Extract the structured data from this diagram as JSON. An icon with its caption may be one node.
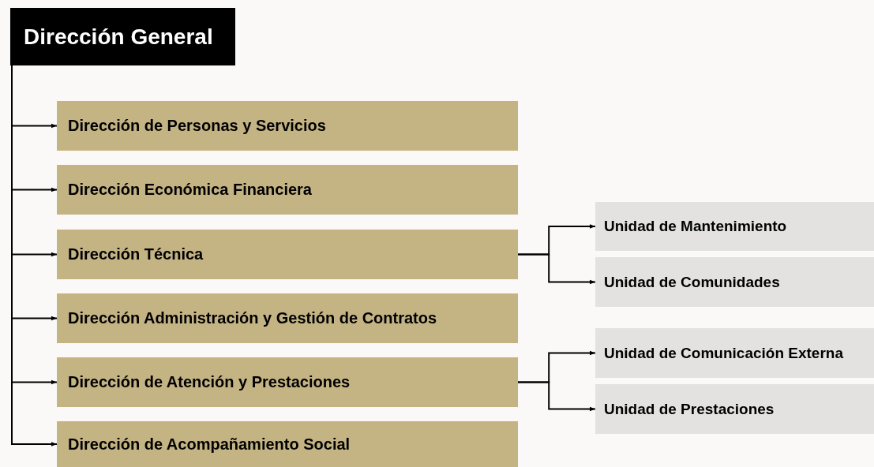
{
  "diagram": {
    "nodes": [
      {
        "text": [
          "Dirección General"
        ]
      },
      {
        "text": [
          "Dirección de Personas y Servicios"
        ]
      },
      {
        "text": [
          "Dirección Económica Financiera"
        ]
      },
      {
        "text": [
          "Dirección Técnica"
        ]
      },
      {
        "text": [
          "Dirección Administración y Gestión de Contratos"
        ]
      },
      {
        "text": [
          "Dirección de Atención y Prestaciones"
        ]
      },
      {
        "text": [
          "Dirección de Acompañamiento Social"
        ]
      },
      {
        "text": [
          "Unidad de Mantenimiento"
        ]
      },
      {
        "text": [
          "Unidad de Comunidades"
        ]
      },
      {
        "text": [
          "Unidad de Comunicación Externa"
        ]
      },
      {
        "text": [
          "Unidad de Prestaciones"
        ]
      }
    ],
    "edges": [
      {
        "from": 0,
        "to": 1,
        "arrow": "to"
      },
      {
        "from": 0,
        "to": 2,
        "arrow": "to"
      },
      {
        "from": 0,
        "to": 3,
        "arrow": "to"
      },
      {
        "from": 0,
        "to": 4,
        "arrow": "to"
      },
      {
        "from": 0,
        "to": 5,
        "arrow": "to"
      },
      {
        "from": 0,
        "to": 6,
        "arrow": "to"
      },
      {
        "from": 3,
        "to": 7,
        "arrow": "to"
      },
      {
        "from": 3,
        "to": 8,
        "arrow": "to"
      },
      {
        "from": 5,
        "to": 9,
        "arrow": "to"
      },
      {
        "from": 5,
        "to": 10,
        "arrow": "to"
      }
    ]
  }
}
